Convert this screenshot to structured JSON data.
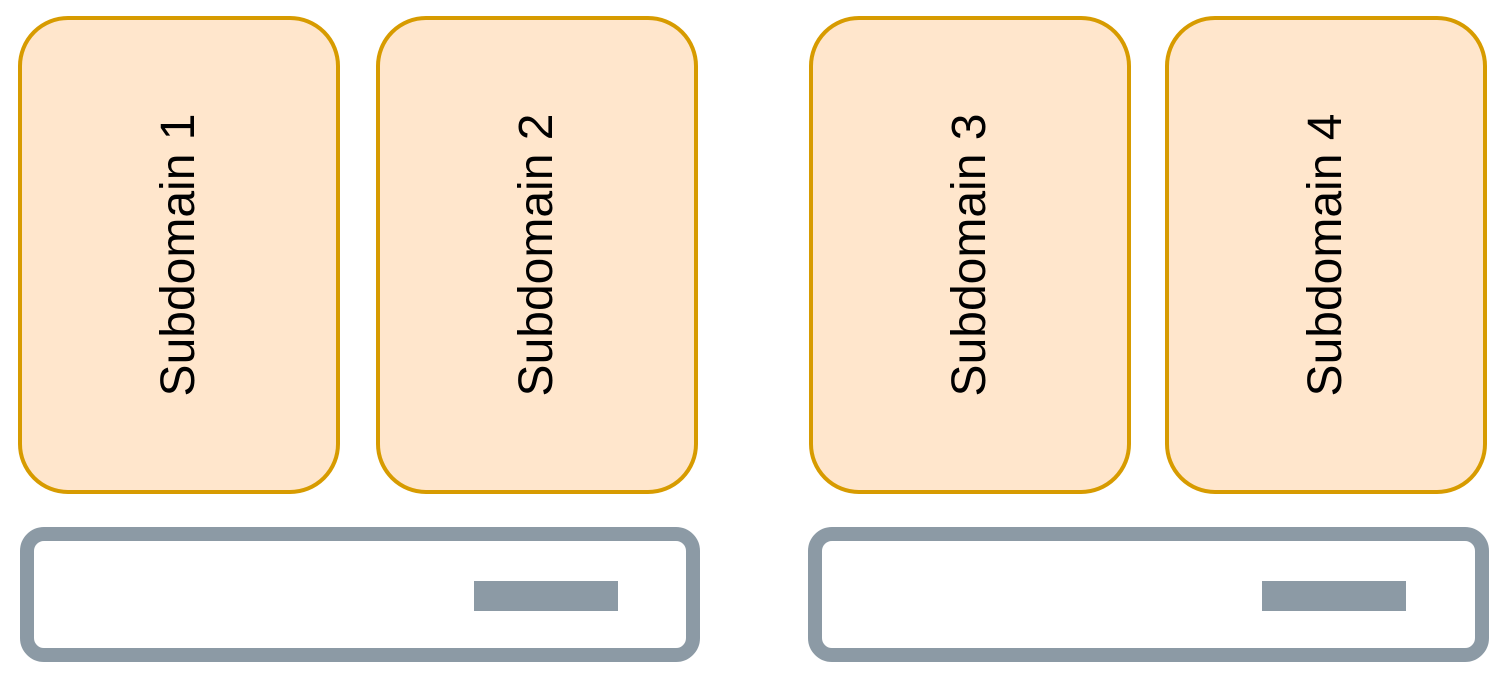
{
  "subdomains": [
    {
      "label": "Subdomain 1"
    },
    {
      "label": "Subdomain 2"
    },
    {
      "label": "Subdomain 3"
    },
    {
      "label": "Subdomain 4"
    }
  ],
  "colors": {
    "subdomain_fill": "#ffe6cc",
    "subdomain_border": "#d79b00",
    "server_gray": "#8c9aa5",
    "background": "#ffffff"
  },
  "icons": {
    "server": "server-icon"
  }
}
